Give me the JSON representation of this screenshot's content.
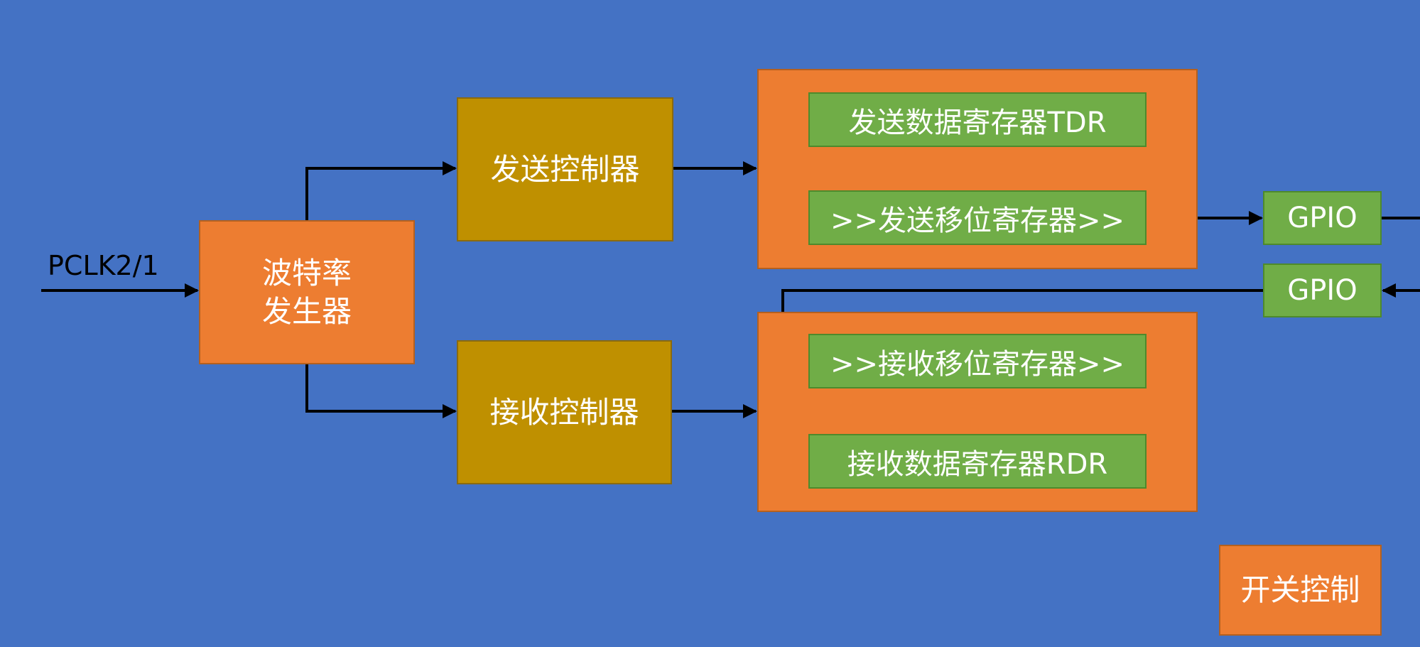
{
  "input_label": "PCLK2/1",
  "baud_generator": "波特率\n发生器",
  "tx_controller": "发送控制器",
  "rx_controller": "接收控制器",
  "tx_data_register": "发送数据寄存器TDR",
  "tx_shift_register": ">>发送移位寄存器>>",
  "rx_shift_register": ">>接收移位寄存器>>",
  "rx_data_register": "接收数据寄存器RDR",
  "gpio_tx": "GPIO",
  "gpio_rx": "GPIO",
  "switch_control": "开关控制",
  "colors": {
    "background": "#4472c4",
    "orange": "#ed7d31",
    "gold": "#bf9000",
    "green": "#70ad47",
    "line": "#000000"
  }
}
